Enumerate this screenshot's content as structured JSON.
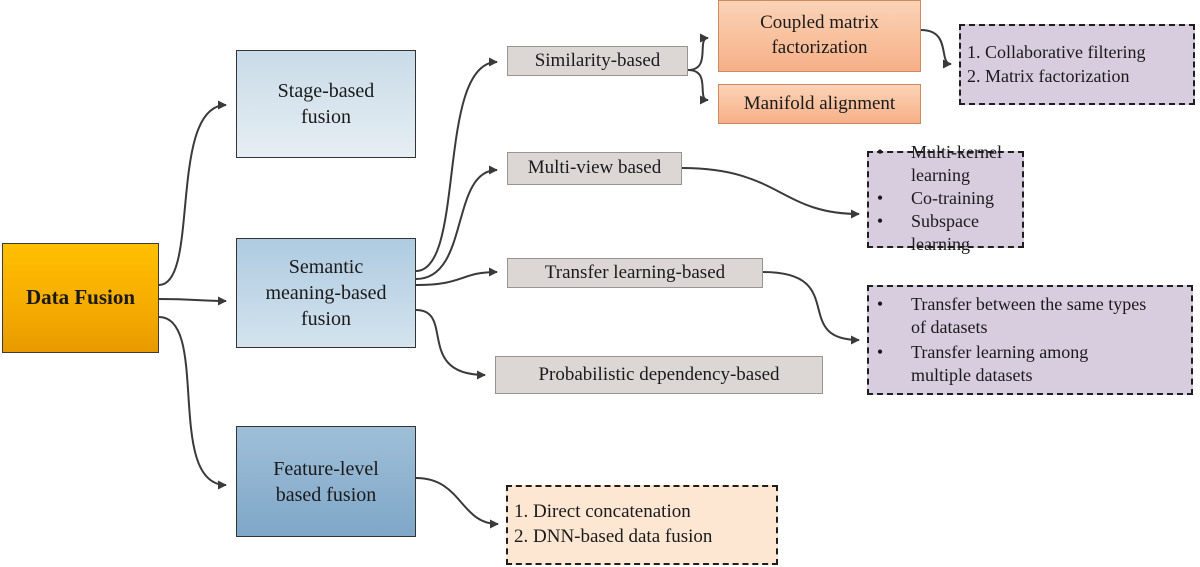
{
  "root": {
    "label": "Data Fusion"
  },
  "categories": {
    "stage": {
      "line1": "Stage-based",
      "line2": "fusion"
    },
    "semantic": {
      "line1": "Semantic",
      "line2": "meaning-based",
      "line3": "fusion"
    },
    "feature": {
      "line1": "Feature-level",
      "line2": "based fusion"
    }
  },
  "semantic_methods": {
    "similarity": "Similarity-based",
    "multiview": "Multi-view based",
    "transfer": "Transfer learning-based",
    "probabilistic": "Probabilistic dependency-based"
  },
  "similarity_methods": {
    "cmf": {
      "line1": "Coupled matrix",
      "line2": "factorization"
    },
    "manifold": "Manifold alignment"
  },
  "notes": {
    "cmf": [
      "1. Collaborative filtering",
      "2. Matrix factorization"
    ],
    "multiview": [
      "Multi-kernel learning",
      "Co-training",
      "Subspace learning"
    ],
    "transfer": [
      {
        "line1": "Transfer between the same types",
        "line2": "of datasets"
      },
      {
        "line1": "Transfer learning among",
        "line2": "multiple datasets"
      }
    ],
    "feature": [
      "1. Direct concatenation",
      "2. DNN-based data fusion"
    ]
  },
  "bullet": "•",
  "colors": {
    "root_fill": "#ffc000",
    "method_fill": "#dcd7d4",
    "orange_fill": "#f8c3a0",
    "purple_note": "#d8cddf",
    "peach_note": "#fde6d2",
    "arrow": "#3a3a3a"
  }
}
